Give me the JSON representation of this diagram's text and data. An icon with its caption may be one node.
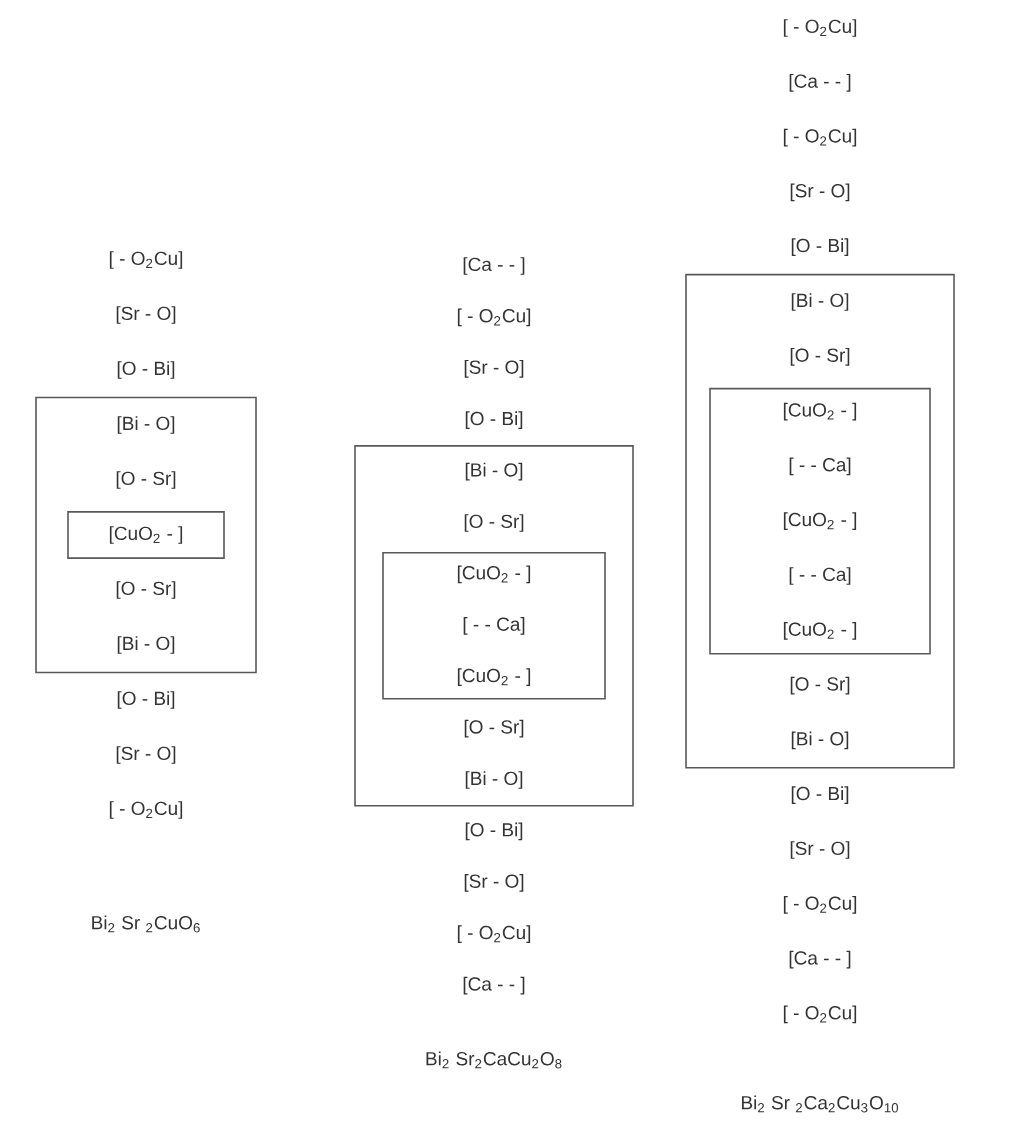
{
  "diagram": {
    "nodes": [
      {
        "text": [
          "[Bi - O]",
          "[O - Sr]",
          "[O - Sr]",
          "[Bi - O]"
        ]
      },
      {
        "text": [
          "[CuO$_{2}$ - ]"
        ],
        "in": 0
      },
      {
        "text": [
          "[Bi - O]",
          "[O - Sr]",
          "[O - Sr]",
          "[Bi - O]"
        ]
      },
      {
        "text": [
          "[CuO$_{2}$ - ]",
          "[ - - Ca]",
          "[CuO$_{2}$ - ]"
        ],
        "in": 2
      },
      {
        "text": [
          "[Bi - O]",
          "[O - Sr]",
          "[O - Sr]",
          "[Bi - O]"
        ]
      },
      {
        "text": [
          "[CuO$_{2}$ - ]",
          "[ - - Ca]",
          "[CuO$_{2}$ - ]",
          "[ - - Ca]",
          "[CuO$_{2}$ - ]"
        ],
        "in": 4
      }
    ],
    "labels": [
      "[ - O$_{2}$Cu]",
      "[Sr - O]",
      "[O - Bi]",
      "[O - Bi]",
      "[Sr - O]",
      "[ - O$_{2}$Cu]",
      "Bi$_{2}$ Sr $_{2}$CuO$_{6}$",
      "[Ca - - ]",
      "[ - O$_{2}$Cu]",
      "[Sr - O]",
      "[O - Bi]",
      "[O - Bi]",
      "[Sr - O]",
      "[ - O$_{2}$Cu]",
      "[Ca - - ]",
      "Bi$_{2}$ Sr$_{2}$CaCu$_{2}$O$_{8}$",
      "[ - O$_{2}$Cu]",
      "[Ca - - ]",
      "[ - O$_{2}$Cu]",
      "[Sr - O]",
      "[O - Bi]",
      "[O - Bi]",
      "[Sr - O]",
      "[ - O$_{2}$Cu]",
      "[Ca - - ]",
      "[ - O$_{2}$Cu]",
      "Bi$_{2}$ Sr $_{2}$Ca$_{2}$Cu$_{3}$O$_{10}$"
    ]
  }
}
